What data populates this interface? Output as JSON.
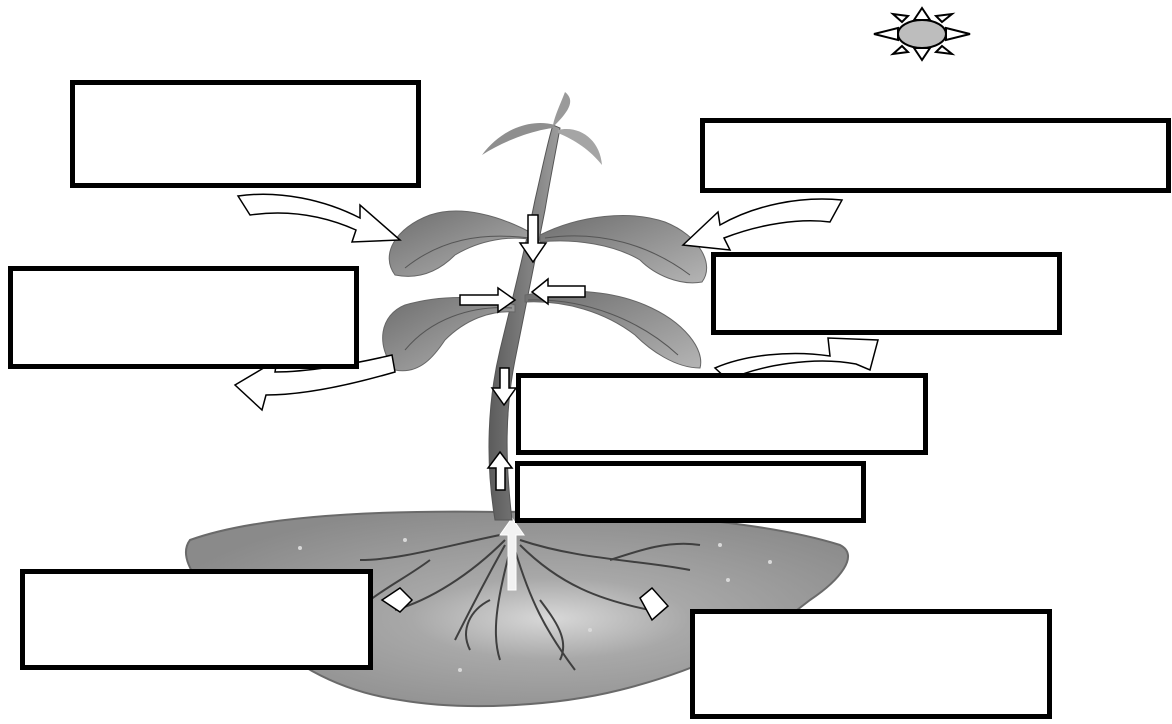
{
  "diagram": {
    "labels": [
      {
        "id": "box-top-left",
        "text": ""
      },
      {
        "id": "box-top-right",
        "text": ""
      },
      {
        "id": "box-mid-left",
        "text": ""
      },
      {
        "id": "box-mid-right",
        "text": ""
      },
      {
        "id": "box-stem-upper",
        "text": ""
      },
      {
        "id": "box-stem-lower",
        "text": ""
      },
      {
        "id": "box-bottom-left",
        "text": ""
      },
      {
        "id": "box-bottom-right",
        "text": ""
      }
    ],
    "icons": [
      "sun-icon",
      "plant-illustration",
      "soil-illustration",
      "roots-illustration",
      "arrow-icon"
    ],
    "colors": {
      "soil": "#9a9a9a",
      "leaf": "#8c8c8c",
      "stem": "#7a7a7a",
      "sun": "#bdbdbd",
      "box_border": "#000000"
    }
  }
}
